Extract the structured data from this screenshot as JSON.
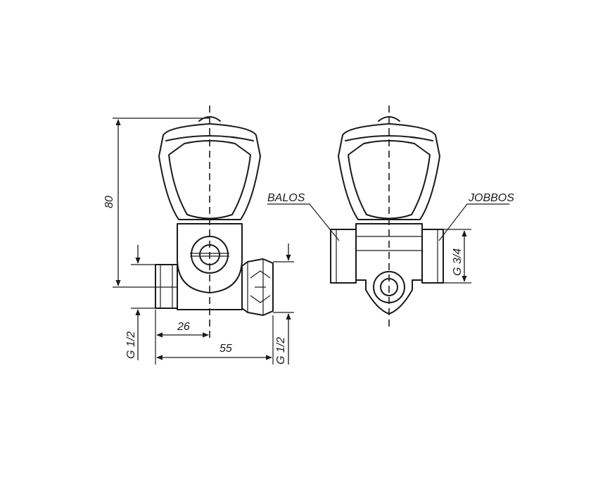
{
  "labels": {
    "height": "80",
    "pipe_left": "G 1/2",
    "pipe_right": "G 1/2",
    "width_partial": "26",
    "width_total": "55",
    "connection": "G 3/4",
    "left_side": "BALOS",
    "right_side": "JOBBOS"
  },
  "colors": {
    "line": "#1a1a1a",
    "background": "#ffffff"
  }
}
